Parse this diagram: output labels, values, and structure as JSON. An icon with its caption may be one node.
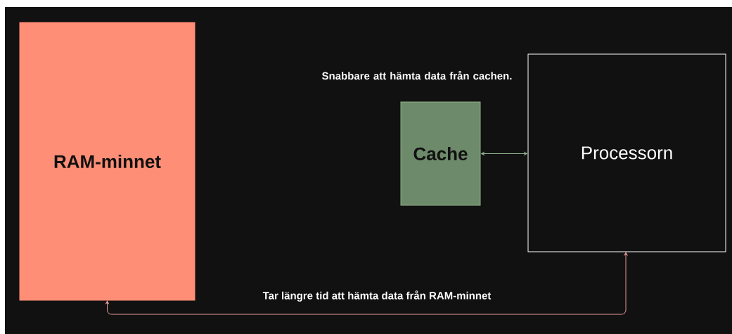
{
  "diagram": {
    "nodes": [
      {
        "text": [
          "RAM-minnet"
        ]
      },
      {
        "text": [
          "Cache"
        ]
      },
      {
        "text": [
          "Processorn"
        ]
      }
    ],
    "edges": [
      {
        "from": 1,
        "to": 2,
        "arrow": "both",
        "color": "#8fb08a"
      },
      {
        "from": 0,
        "to": 2,
        "arrow": "both",
        "color": "#e89a9a",
        "label": "Tar längre tid att hämta data från RAM-minnet"
      }
    ],
    "labels": [
      "Snabbare att hämta data från cachen."
    ]
  }
}
